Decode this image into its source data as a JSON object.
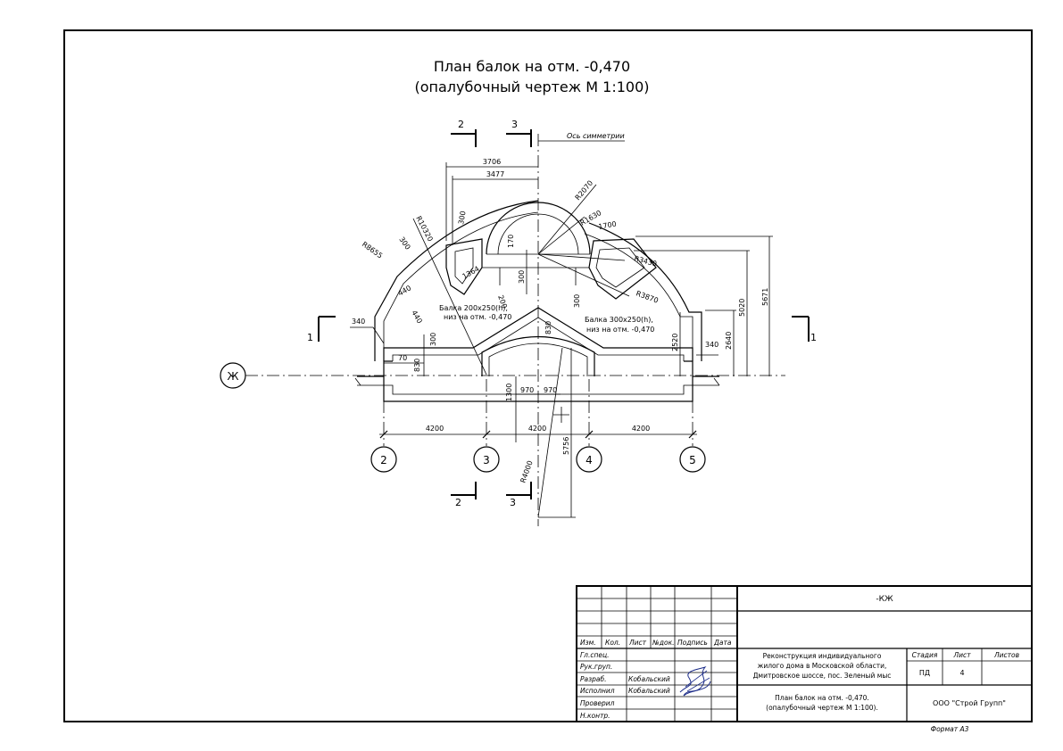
{
  "title": {
    "line1": "План балок на отм. -0,470",
    "line2": "(опалубочный чертеж М 1:100)"
  },
  "drawing": {
    "symmetry_axis_label": "Ось симметрии",
    "section_marks": [
      "2",
      "3",
      "1",
      "1",
      "2",
      "3"
    ],
    "dimensions": {
      "d3706": "3706",
      "d3477": "3477",
      "r2070": "R2070",
      "r1630": "R1630",
      "d1700": "1700",
      "r3430": "R3430",
      "r3870": "R3870",
      "d5020": "5020",
      "d5671": "5671",
      "d2640": "2640",
      "d2520": "2520",
      "d340a": "340",
      "d340b": "340",
      "d70": "70",
      "d830a": "830",
      "d830b": "830",
      "d300a": "300",
      "d300b": "300",
      "d300c": "300",
      "d300d": "300",
      "d440a": "440",
      "d440b": "440",
      "d1364": "1364",
      "d200": "200",
      "d170": "170",
      "r10320": "R10320",
      "r8655": "R8655",
      "d970a": "970",
      "d970b": "970",
      "d1300": "1300",
      "d5756": "5756",
      "r4000": "R4000",
      "d4200a": "4200",
      "d4200b": "4200",
      "d4200c": "4200"
    },
    "beam_left": {
      "line1": "Балка 200x250(h),",
      "line2": "низ на отм. -0,470"
    },
    "beam_right": {
      "line1": "Балка 300x250(h),",
      "line2": "низ на отм. -0,470"
    },
    "axes": {
      "row": "Ж",
      "cols": [
        "2",
        "3",
        "4",
        "5"
      ]
    }
  },
  "stamp": {
    "code": "-КЖ",
    "header_cols": [
      "Изм.",
      "Кол.",
      "Лист",
      "№док.",
      "Подпись",
      "Дата"
    ],
    "roles": [
      "Гл.спец.",
      "Рук.груп.",
      "Разраб.",
      "Исполнил",
      "Проверил",
      "Н.контр."
    ],
    "names": [
      "",
      "",
      "Кобальский",
      "Кобальский",
      "",
      ""
    ],
    "project": {
      "line1": "Реконструкция индивидуального",
      "line2": "жилого дома в Московской области,",
      "line3": "Дмитровское шоссе, пос. Зеленый мыс"
    },
    "stage_label": "Стадия",
    "sheet_label": "Лист",
    "sheets_label": "Листов",
    "stage": "ПД",
    "sheet": "4",
    "sheets": "",
    "sheet_title": {
      "line1": "План балок на отм. -0,470.",
      "line2": "(опалубочный чертеж М 1:100)."
    },
    "company": "ООО \"Строй Групп\""
  },
  "format": "Формат А3"
}
